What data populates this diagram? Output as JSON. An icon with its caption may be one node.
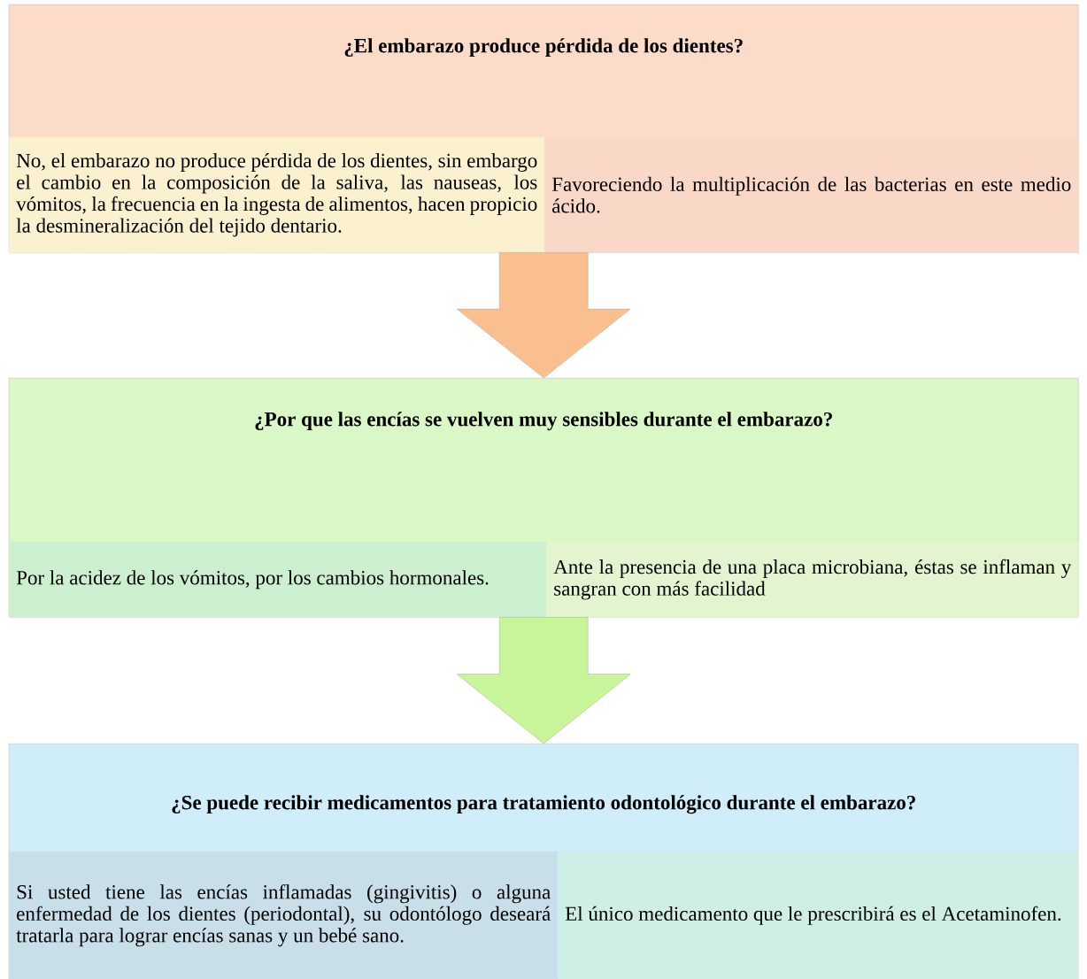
{
  "diagram": {
    "nodes": [
      {
        "text": [
          "¿El embarazo produce pérdida de los dientes?"
        ]
      },
      {
        "text": [
          "No, el embarazo no produce pérdida de los dientes, sin embargo el cambio en la composición de la saliva, las nauseas, los vómitos, la frecuencia en la ingesta de alimentos, hacen propicio la desmineralización del tejido dentario."
        ],
        "in": 0
      },
      {
        "text": [
          "Favoreciendo la multiplicación de las bacterias en este medio ácido."
        ],
        "in": 0
      },
      {
        "text": [
          "¿Por que las encías se vuelven muy sensibles durante el embarazo?"
        ]
      },
      {
        "text": [
          "Por la acidez de los vómitos, por los cambios hormonales."
        ],
        "in": 3
      },
      {
        "text": [
          "Ante la presencia de una placa microbiana, éstas se inflaman y sangran con más facilidad"
        ],
        "in": 3
      },
      {
        "text": [
          "¿Se puede recibir medicamentos para tratamiento odontológico durante el embarazo?"
        ]
      },
      {
        "text": [
          "Si usted tiene las encías inflamadas (gingivitis) o alguna enfermedad de los dientes (periodontal), su odontólogo deseará tratarla para lograr encías sanas y un bebé sano."
        ],
        "in": 6
      },
      {
        "text": [
          "El único medicamento que le prescribirá es el Acetaminofen."
        ],
        "in": 6
      }
    ],
    "edges": [
      {
        "from": 0,
        "to": 3,
        "arrow": "to",
        "color": "#f9bf8f"
      },
      {
        "from": 3,
        "to": 6,
        "arrow": "to",
        "color": "#c8f59a"
      }
    ]
  }
}
